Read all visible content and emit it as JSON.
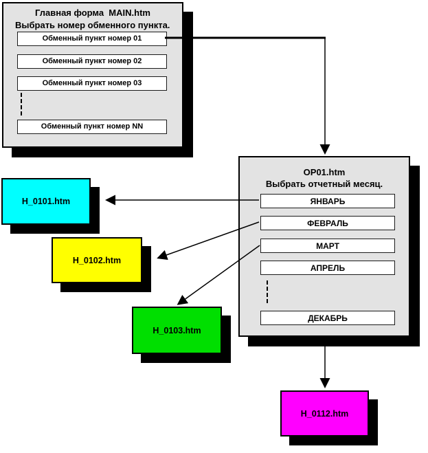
{
  "main_form": {
    "title": "Главная форма  MAIN.htm",
    "subtitle": "Выбрать номер обменного пункта.",
    "buttons": [
      "Обменный пункт номер 01",
      "Обменный пункт номер 02",
      "Обменный пункт номер 03",
      "Обменный пункт номер NN"
    ]
  },
  "report_form": {
    "title": "OP01.htm",
    "subtitle": "Выбрать отчетный месяц.",
    "months": [
      "ЯНВАРЬ",
      "ФЕВРАЛЬ",
      "МАРТ",
      "АПРЕЛЬ",
      "ДЕКАБРЬ"
    ]
  },
  "pages": [
    {
      "label": "H_0101.htm",
      "color": "#00ffff"
    },
    {
      "label": "H_0102.htm",
      "color": "#ffff00"
    },
    {
      "label": "H_0103.htm",
      "color": "#00df00"
    },
    {
      "label": "H_0112.htm",
      "color": "#ff00ff"
    }
  ],
  "colors": {
    "panel_bg": "#e3e3e3",
    "button_bg": "#ffffff",
    "shadow": "#000000",
    "arrow": "#000000"
  }
}
